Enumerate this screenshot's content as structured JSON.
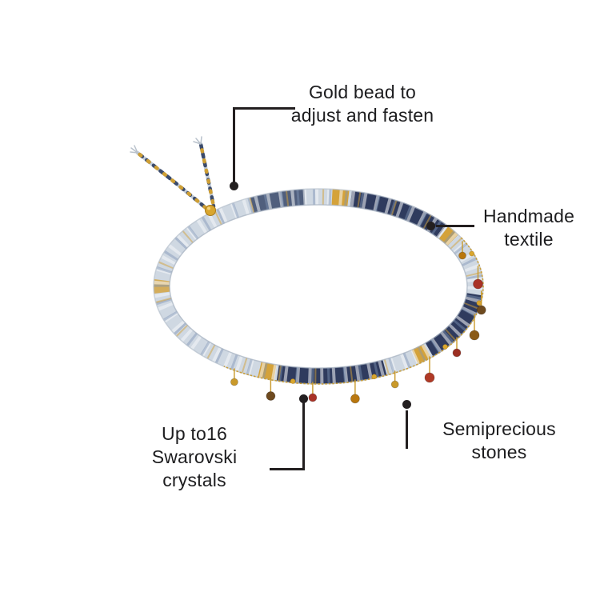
{
  "page": {
    "background": "#ffffff"
  },
  "annotations": {
    "gold_bead": {
      "lines": [
        "Gold bead to",
        "adjust and fasten"
      ]
    },
    "handmade_textile": {
      "lines": [
        "Handmade",
        "textile"
      ]
    },
    "swarovski": {
      "lines": [
        "Up to16",
        "Swarovski",
        "crystals"
      ]
    },
    "semiprecious": {
      "lines": [
        "Semiprecious",
        "stones"
      ]
    }
  },
  "palette": {
    "text": "#1d1d1f",
    "callout": "#231f20",
    "band_light": "#cfd8e2",
    "band_navy": "#2f3b5e",
    "band_gold": "#d4a23a",
    "chain_gold": "#c9992a",
    "bead_red": "#a93226",
    "bead_amber": "#b9770e",
    "bead_brown": "#6e4a1f",
    "fastener_gold": "#d9a62e"
  }
}
